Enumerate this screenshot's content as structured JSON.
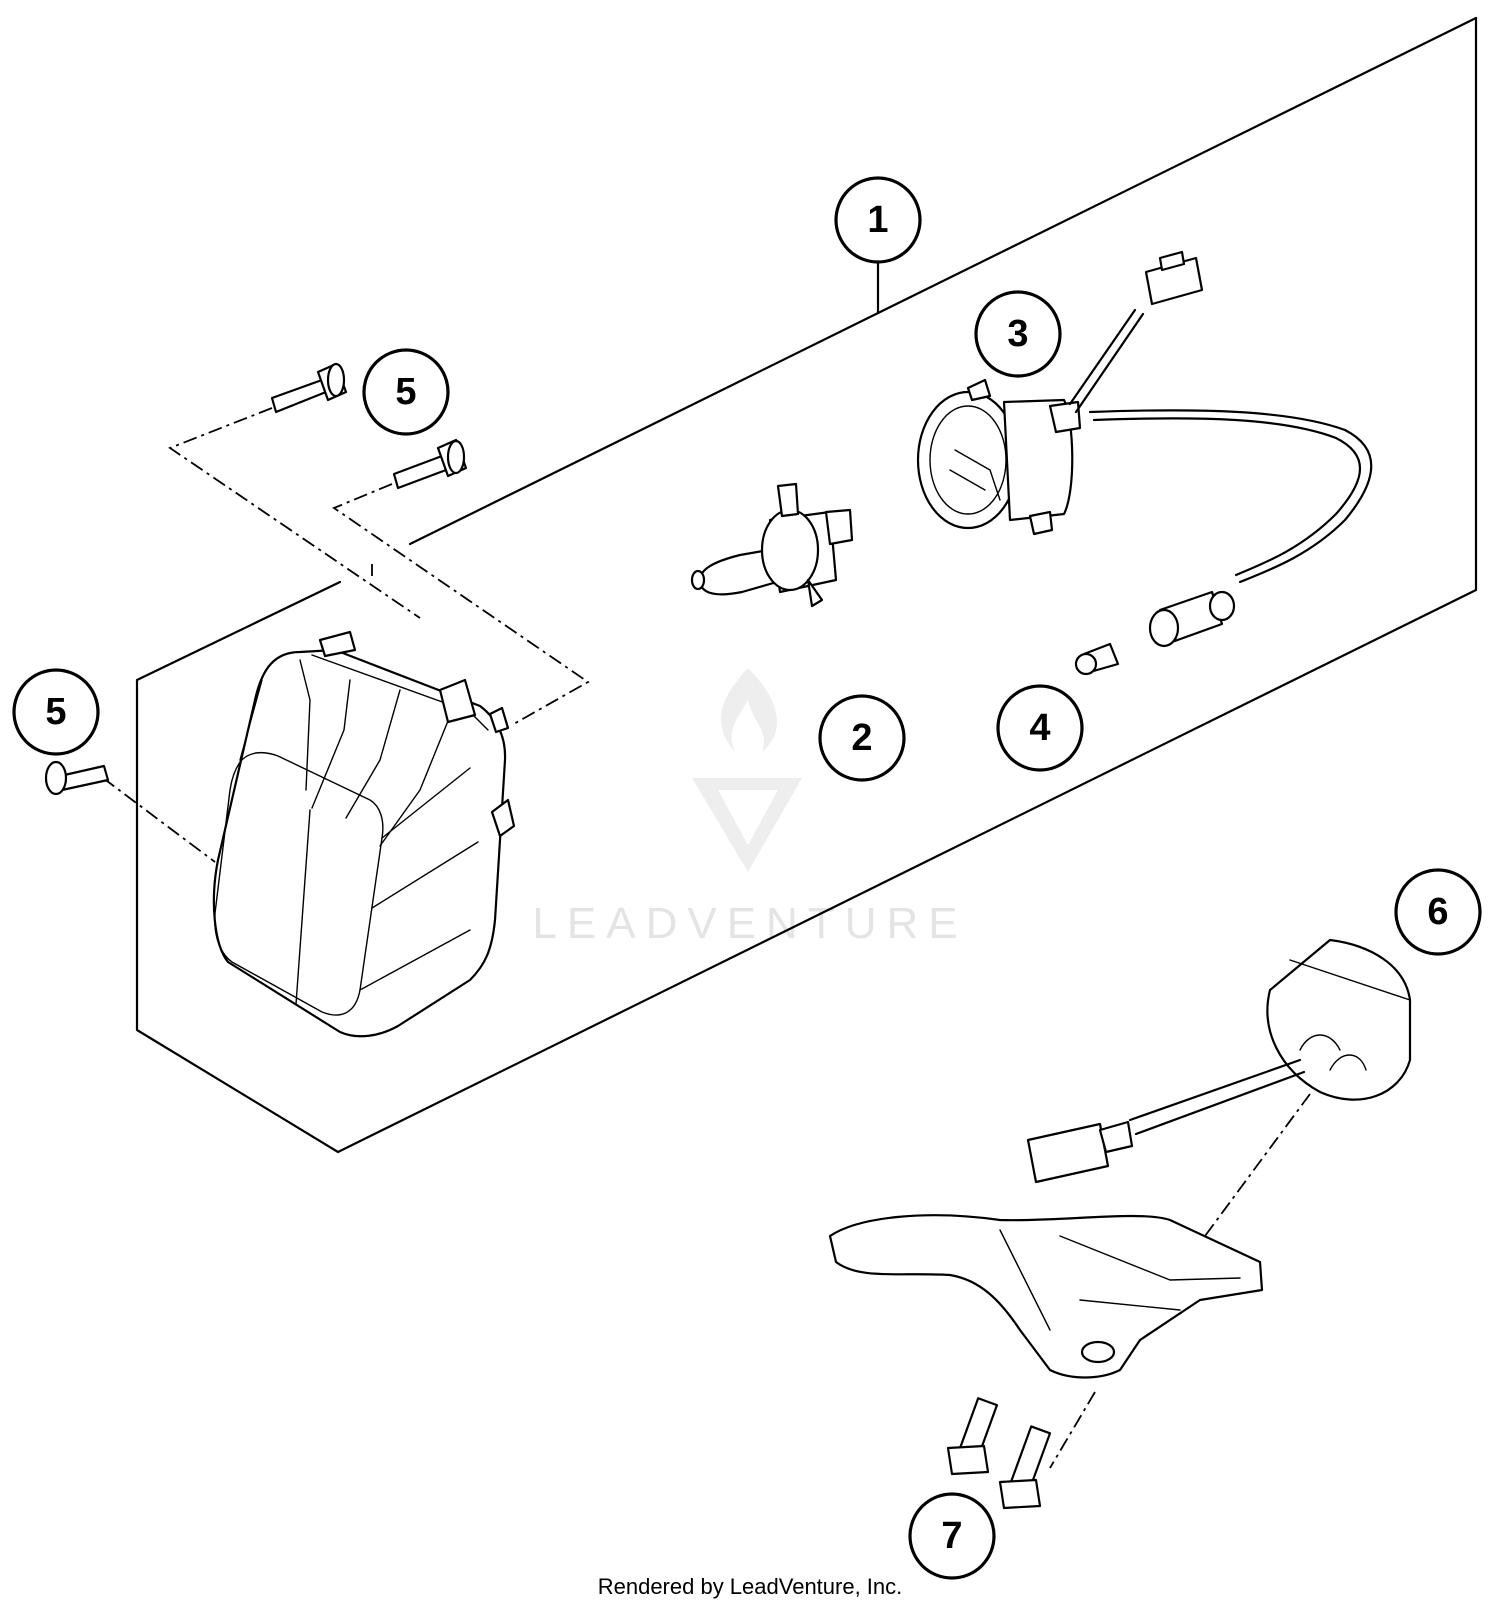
{
  "watermark": {
    "text": "LEADVENTURE"
  },
  "callouts": [
    {
      "id": "1",
      "label": "1"
    },
    {
      "id": "2",
      "label": "2"
    },
    {
      "id": "3",
      "label": "3"
    },
    {
      "id": "4",
      "label": "4"
    },
    {
      "id": "5a",
      "label": "5"
    },
    {
      "id": "5b",
      "label": "5"
    },
    {
      "id": "6",
      "label": "6"
    },
    {
      "id": "7",
      "label": "7"
    }
  ],
  "footer": {
    "text": "Rendered by LeadVenture, Inc."
  }
}
